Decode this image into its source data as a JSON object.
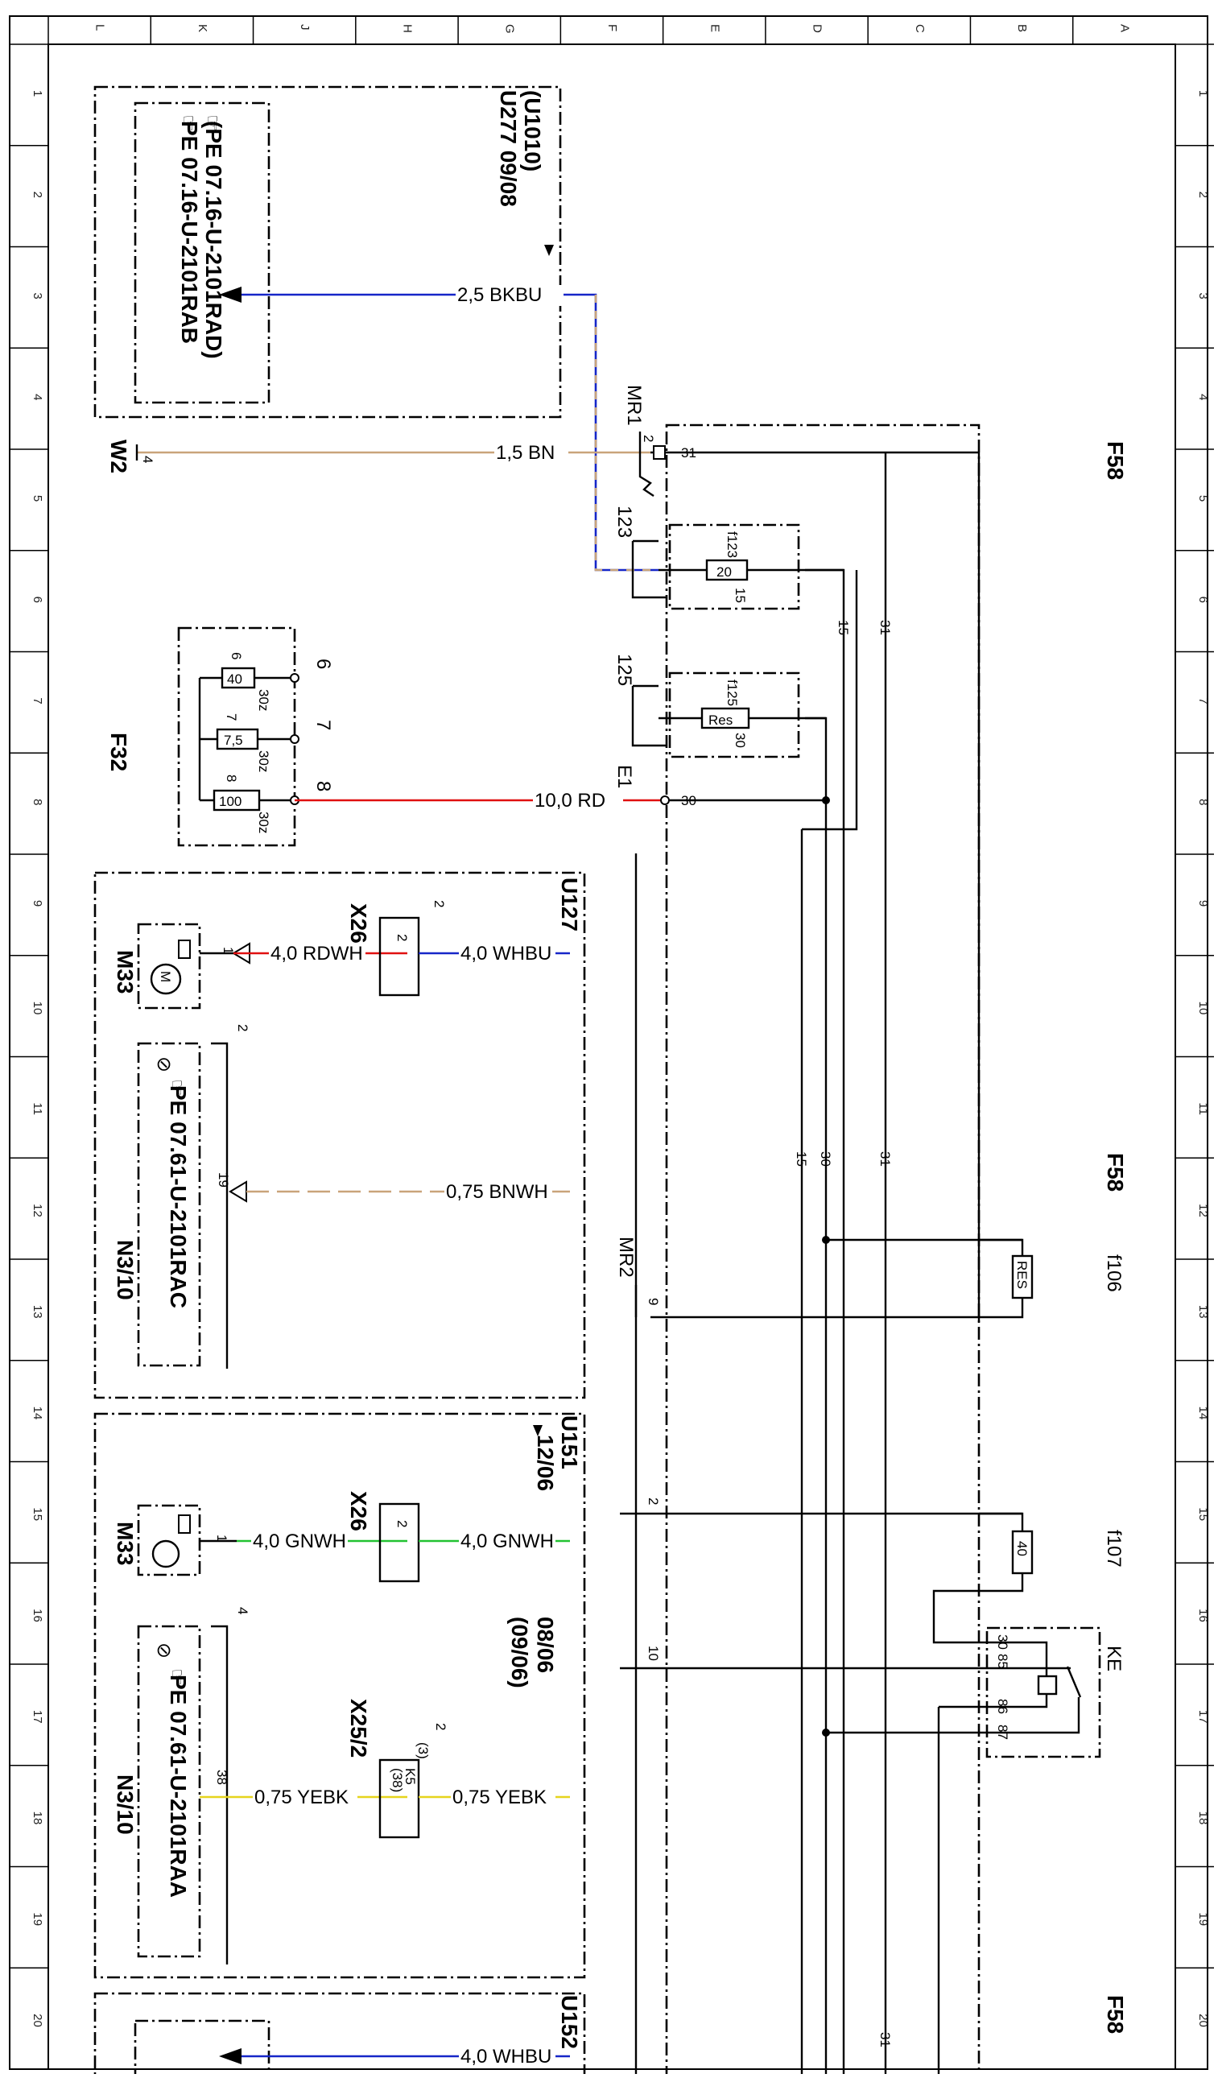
{
  "colors": {
    "blue": "#1626c8",
    "brown": "#c9a47a",
    "red": "#e01010",
    "green": "#22c232",
    "yellow": "#e6d41c",
    "black": "#000000"
  },
  "ruler": {
    "columns": [
      "L",
      "K",
      "J",
      "H",
      "G",
      "F",
      "E",
      "D",
      "C",
      "B",
      "A"
    ],
    "rows": [
      "1",
      "2",
      "3",
      "4",
      "5",
      "6",
      "7",
      "8",
      "9",
      "10",
      "11",
      "12",
      "13",
      "14",
      "15",
      "16",
      "17",
      "18",
      "19",
      "20"
    ]
  },
  "components": {
    "u277": "U277 09/08",
    "u1010": "(U1010)",
    "pe_rab": "PE 07.16-U-2101RAB",
    "pe_rad": "(PE 07.16-U-2101RAD)",
    "w2": "W2",
    "w2_pin": "4",
    "f58_1": "F58",
    "f58_2": "F58",
    "f58_3": "F58",
    "f32": "F32",
    "mr1": "MR1",
    "mr2": "MR2",
    "e1": "E1",
    "f123_ref": "123",
    "f125_ref": "125",
    "f123": "f123",
    "f125": "f125",
    "fuse_20": "20",
    "fuse_res": "Res",
    "fuse_40": "40",
    "fuse_75": "7,5",
    "fuse_100": "100",
    "res_f106": "RES",
    "f106": "f106",
    "fuse_f107": "40",
    "f107": "f107",
    "ke": "KE",
    "u127": "U127",
    "u151": "U151",
    "u151_date": "12/06",
    "u151_b": "08/06",
    "u151_c": "(09/06)",
    "u152": "U152",
    "m33_a": "M33",
    "m33_b": "M33",
    "n310_a": "N3/10",
    "n310_b": "N3/10",
    "pe_rac": "PE 07.61-U-2101RAC",
    "pe_raa": "PE 07.61-U-2101RAA",
    "x26_a": "X26",
    "x26_b": "X26",
    "x252": "X25/2",
    "k5": "K5",
    "k5_pin": "(38)",
    "k5_alt": "(3)"
  },
  "wires": {
    "w_bkbu": "2,5 BKBU",
    "w_bn": "1,5 BN",
    "w_rd": "10,0 RD",
    "w_rdwh": "4,0 RDWH",
    "w_whbu": "4,0 WHBU",
    "w_bnwh": "0,75 BNWH",
    "w_gnwh_a": "4,0 GNWH",
    "w_gnwh_b": "4,0 GNWH",
    "w_yebk_a": "0,75 YEBK",
    "w_yebk_b": "0,75 YEBK",
    "w_whbu_2": "4,0 WHBU"
  },
  "pins": {
    "p31": "31",
    "p2a": "2",
    "p15": "15",
    "p30": "30",
    "p31b": "31",
    "p15b": "15",
    "p30b": "30",
    "p31c": "31",
    "p15c": "15",
    "p30c": "30",
    "p31d": "31",
    "p9": "9",
    "p2b": "2",
    "p10": "10",
    "f32_6": "6",
    "f32_7": "7",
    "f32_8": "8",
    "f32_6b": "6",
    "f32_7b": "7",
    "f32_8b": "8",
    "f32_30z_a": "30z",
    "f32_30z_b": "30z",
    "f32_30z_c": "30z",
    "ke_30": "30",
    "ke_85": "85",
    "ke_86": "86",
    "ke_87": "87",
    "m33a_pin": "1",
    "m33b_pin": "1",
    "n310a_pin": "19",
    "n310b_pin": "38",
    "x26a_pin": "2",
    "x26a_top": "2",
    "x26b_pin": "2",
    "u127_2": "2",
    "u151_4": "4",
    "x252_2": "2"
  }
}
